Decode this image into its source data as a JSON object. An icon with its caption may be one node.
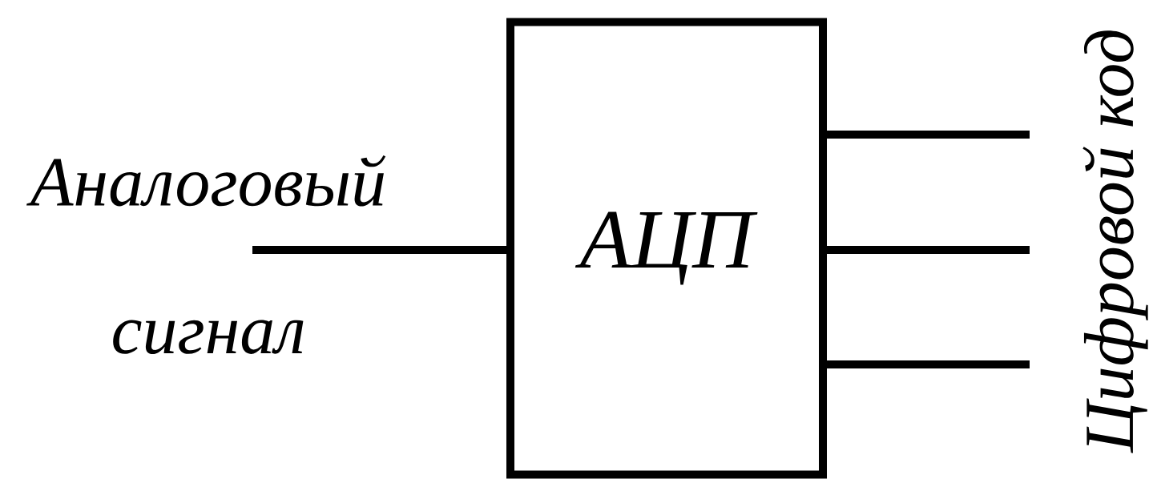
{
  "diagram": {
    "nodes": [
      {
        "text": [
          "Аналоговый сигнал"
        ]
      },
      {
        "text": [
          "АЦП"
        ]
      },
      {
        "text": [
          "Цифровой код"
        ]
      }
    ],
    "edges": [
      {
        "from": 0,
        "to": 1,
        "arrow": "none"
      },
      {
        "from": 1,
        "to": 2,
        "arrow": "none"
      },
      {
        "from": 1,
        "to": 2,
        "arrow": "none"
      },
      {
        "from": 1,
        "to": 2,
        "arrow": "none"
      }
    ]
  }
}
